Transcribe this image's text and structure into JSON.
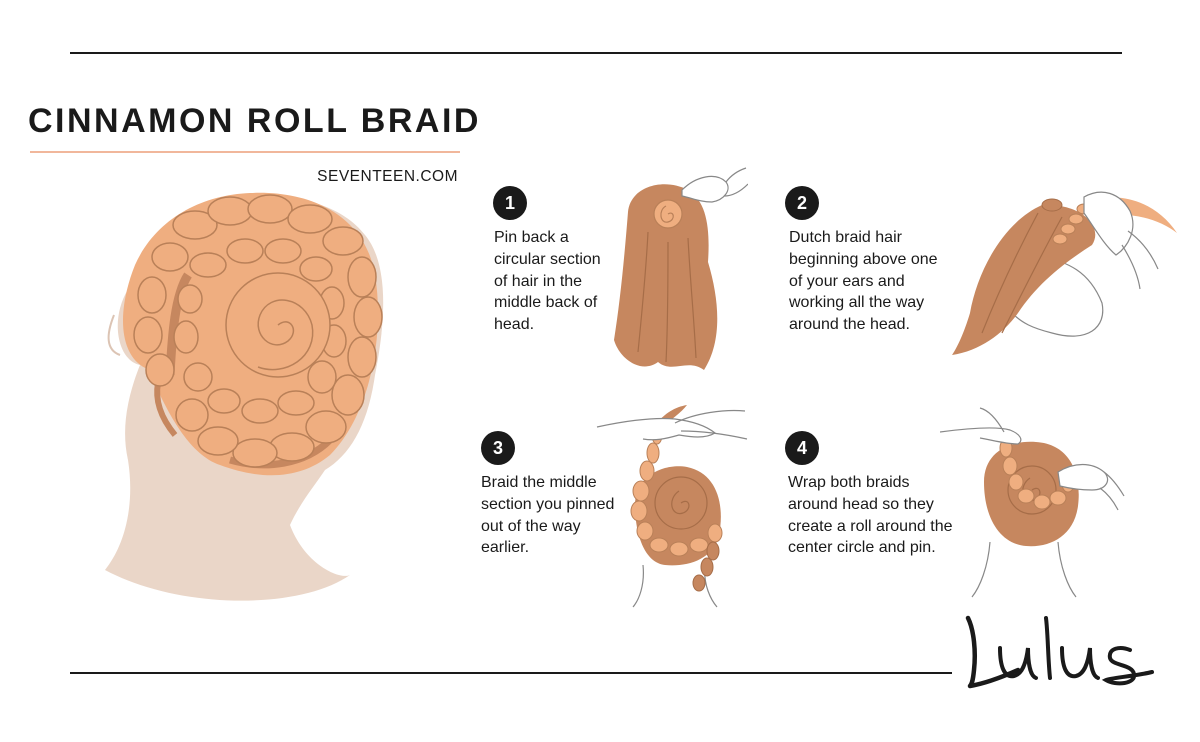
{
  "title": "CINNAMON ROLL BRAID",
  "source": "SEVENTEEN.COM",
  "steps": [
    {
      "number": "1",
      "text": "Pin back a circular section of hair in the middle back of head."
    },
    {
      "number": "2",
      "text": "Dutch braid hair beginning above one of your ears and working all the way around the head."
    },
    {
      "number": "3",
      "text": "Braid the middle section you pinned out of the way earlier."
    },
    {
      "number": "4",
      "text": "Wrap both braids around head so they create a roll around the center circle and pin."
    }
  ],
  "logo": "Lulus",
  "colors": {
    "accent": "#f1b79b",
    "hair_light": "#efae80",
    "hair_brown": "#c6875f",
    "skin": "#ead6c8",
    "dark": "#1a1a1a"
  }
}
